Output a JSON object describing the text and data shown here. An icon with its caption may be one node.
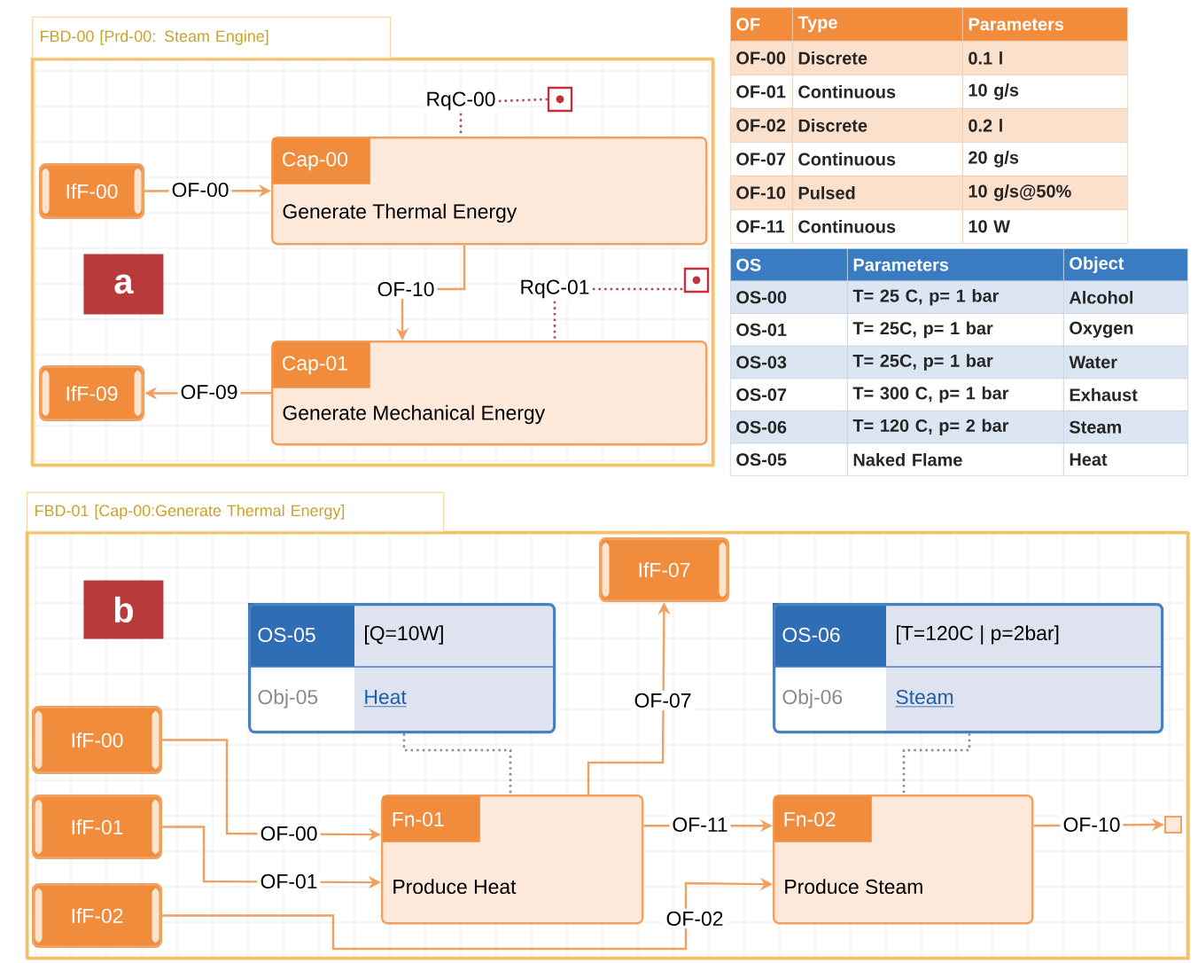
{
  "diagram": {
    "nodes": [
      {
        "text": [
          "FBD-00 [Prd-00: Steam Engine]"
        ]
      },
      {
        "text": [
          "RqC-00"
        ],
        "in": 0
      },
      {
        "text": [],
        "shape": "box",
        "in": 0
      },
      {
        "text": [
          "IfF-00"
        ],
        "in": 0
      },
      {
        "text": [
          "Cap-00",
          "Generate Thermal Energy"
        ],
        "in": 0
      },
      {
        "text": [
          "RqC-01"
        ],
        "in": 0
      },
      {
        "text": [],
        "shape": "box",
        "in": 0
      },
      {
        "text": [
          "Cap-01",
          "Generate Mechanical Energy"
        ],
        "in": 0
      },
      {
        "text": [
          "IfF-09"
        ],
        "in": 0
      },
      {
        "text": [
          "FBD-01 [Cap-00:Generate Thermal Energy]"
        ]
      },
      {
        "text": [
          "IfF-07"
        ],
        "in": 9
      },
      {
        "text": [
          "OS-05",
          "[Q=10W]",
          "Obj-05",
          "Heat"
        ],
        "in": 9
      },
      {
        "text": [
          "OS-06",
          "[T=120C | p=2bar]",
          "Obj-06",
          "Steam"
        ],
        "in": 9
      },
      {
        "text": [
          "IfF-00"
        ],
        "in": 9
      },
      {
        "text": [
          "IfF-01"
        ],
        "in": 9
      },
      {
        "text": [
          "IfF-02"
        ],
        "in": 9
      },
      {
        "text": [
          "Fn-01",
          "Produce Heat"
        ],
        "in": 9
      },
      {
        "text": [
          "Fn-02",
          "Produce Steam"
        ],
        "in": 9
      },
      {
        "text": [],
        "shape": "box",
        "in": 9
      }
    ],
    "edges": [
      {
        "from": 3,
        "to": 4,
        "arrow": "to",
        "label": "OF-00"
      },
      {
        "from": 4,
        "to": 7,
        "arrow": "to",
        "label": "OF-10"
      },
      {
        "from": 7,
        "to": 8,
        "arrow": "to",
        "label": "OF-09"
      },
      {
        "from": 1,
        "to": 4,
        "arrow": "none",
        "style": "dashed",
        "color": "#b04a6a"
      },
      {
        "from": 1,
        "to": 2,
        "arrow": "none",
        "style": "dashed",
        "color": "#b04a6a"
      },
      {
        "from": 5,
        "to": 7,
        "arrow": "none",
        "style": "dashed",
        "color": "#b04a6a"
      },
      {
        "from": 5,
        "to": 6,
        "arrow": "none",
        "style": "dashed",
        "color": "#b04a6a"
      },
      {
        "from": 13,
        "to": 16,
        "arrow": "to",
        "label": "OF-00"
      },
      {
        "from": 14,
        "to": 16,
        "arrow": "to",
        "label": "OF-01"
      },
      {
        "from": 15,
        "to": 17,
        "arrow": "to",
        "label": "OF-02"
      },
      {
        "from": 16,
        "to": 10,
        "arrow": "to",
        "label": "OF-07"
      },
      {
        "from": 16,
        "to": 17,
        "arrow": "to",
        "label": "OF-11"
      },
      {
        "from": 17,
        "to": 18,
        "arrow": "to",
        "label": "OF-10"
      },
      {
        "from": 11,
        "to": 16,
        "arrow": "none",
        "style": "dashed",
        "color": "#8090a8"
      },
      {
        "from": 12,
        "to": 17,
        "arrow": "none",
        "style": "dashed",
        "color": "#8090a8"
      }
    ],
    "labels": [
      "a",
      "OF",
      "Type",
      "Parameters",
      "OF-00",
      "Discrete",
      "0.1 l",
      "OF-01",
      "Continuous",
      "10 g/s",
      "OF-02",
      "Discrete",
      "0.2 l",
      "OF-07",
      "Continuous",
      "20 g/s",
      "OF-10",
      "Pulsed",
      "10 g/s@50%",
      "OF-11",
      "Continuous",
      "10 W",
      "OS",
      "Parameters",
      "Object",
      "OS-00",
      "T= 25 C, p= 1 bar",
      "Alcohol",
      "OS-01",
      "T= 25C, p= 1 bar",
      "Oxygen",
      "OS-03",
      "T= 25C, p= 1 bar",
      "Water",
      "OS-07",
      "T= 300 C, p= 1 bar",
      "Exhaust",
      "OS-06",
      "T= 120 C, p= 2 bar",
      "Steam",
      "OS-05",
      "Naked Flame",
      "Heat",
      "b"
    ]
  }
}
